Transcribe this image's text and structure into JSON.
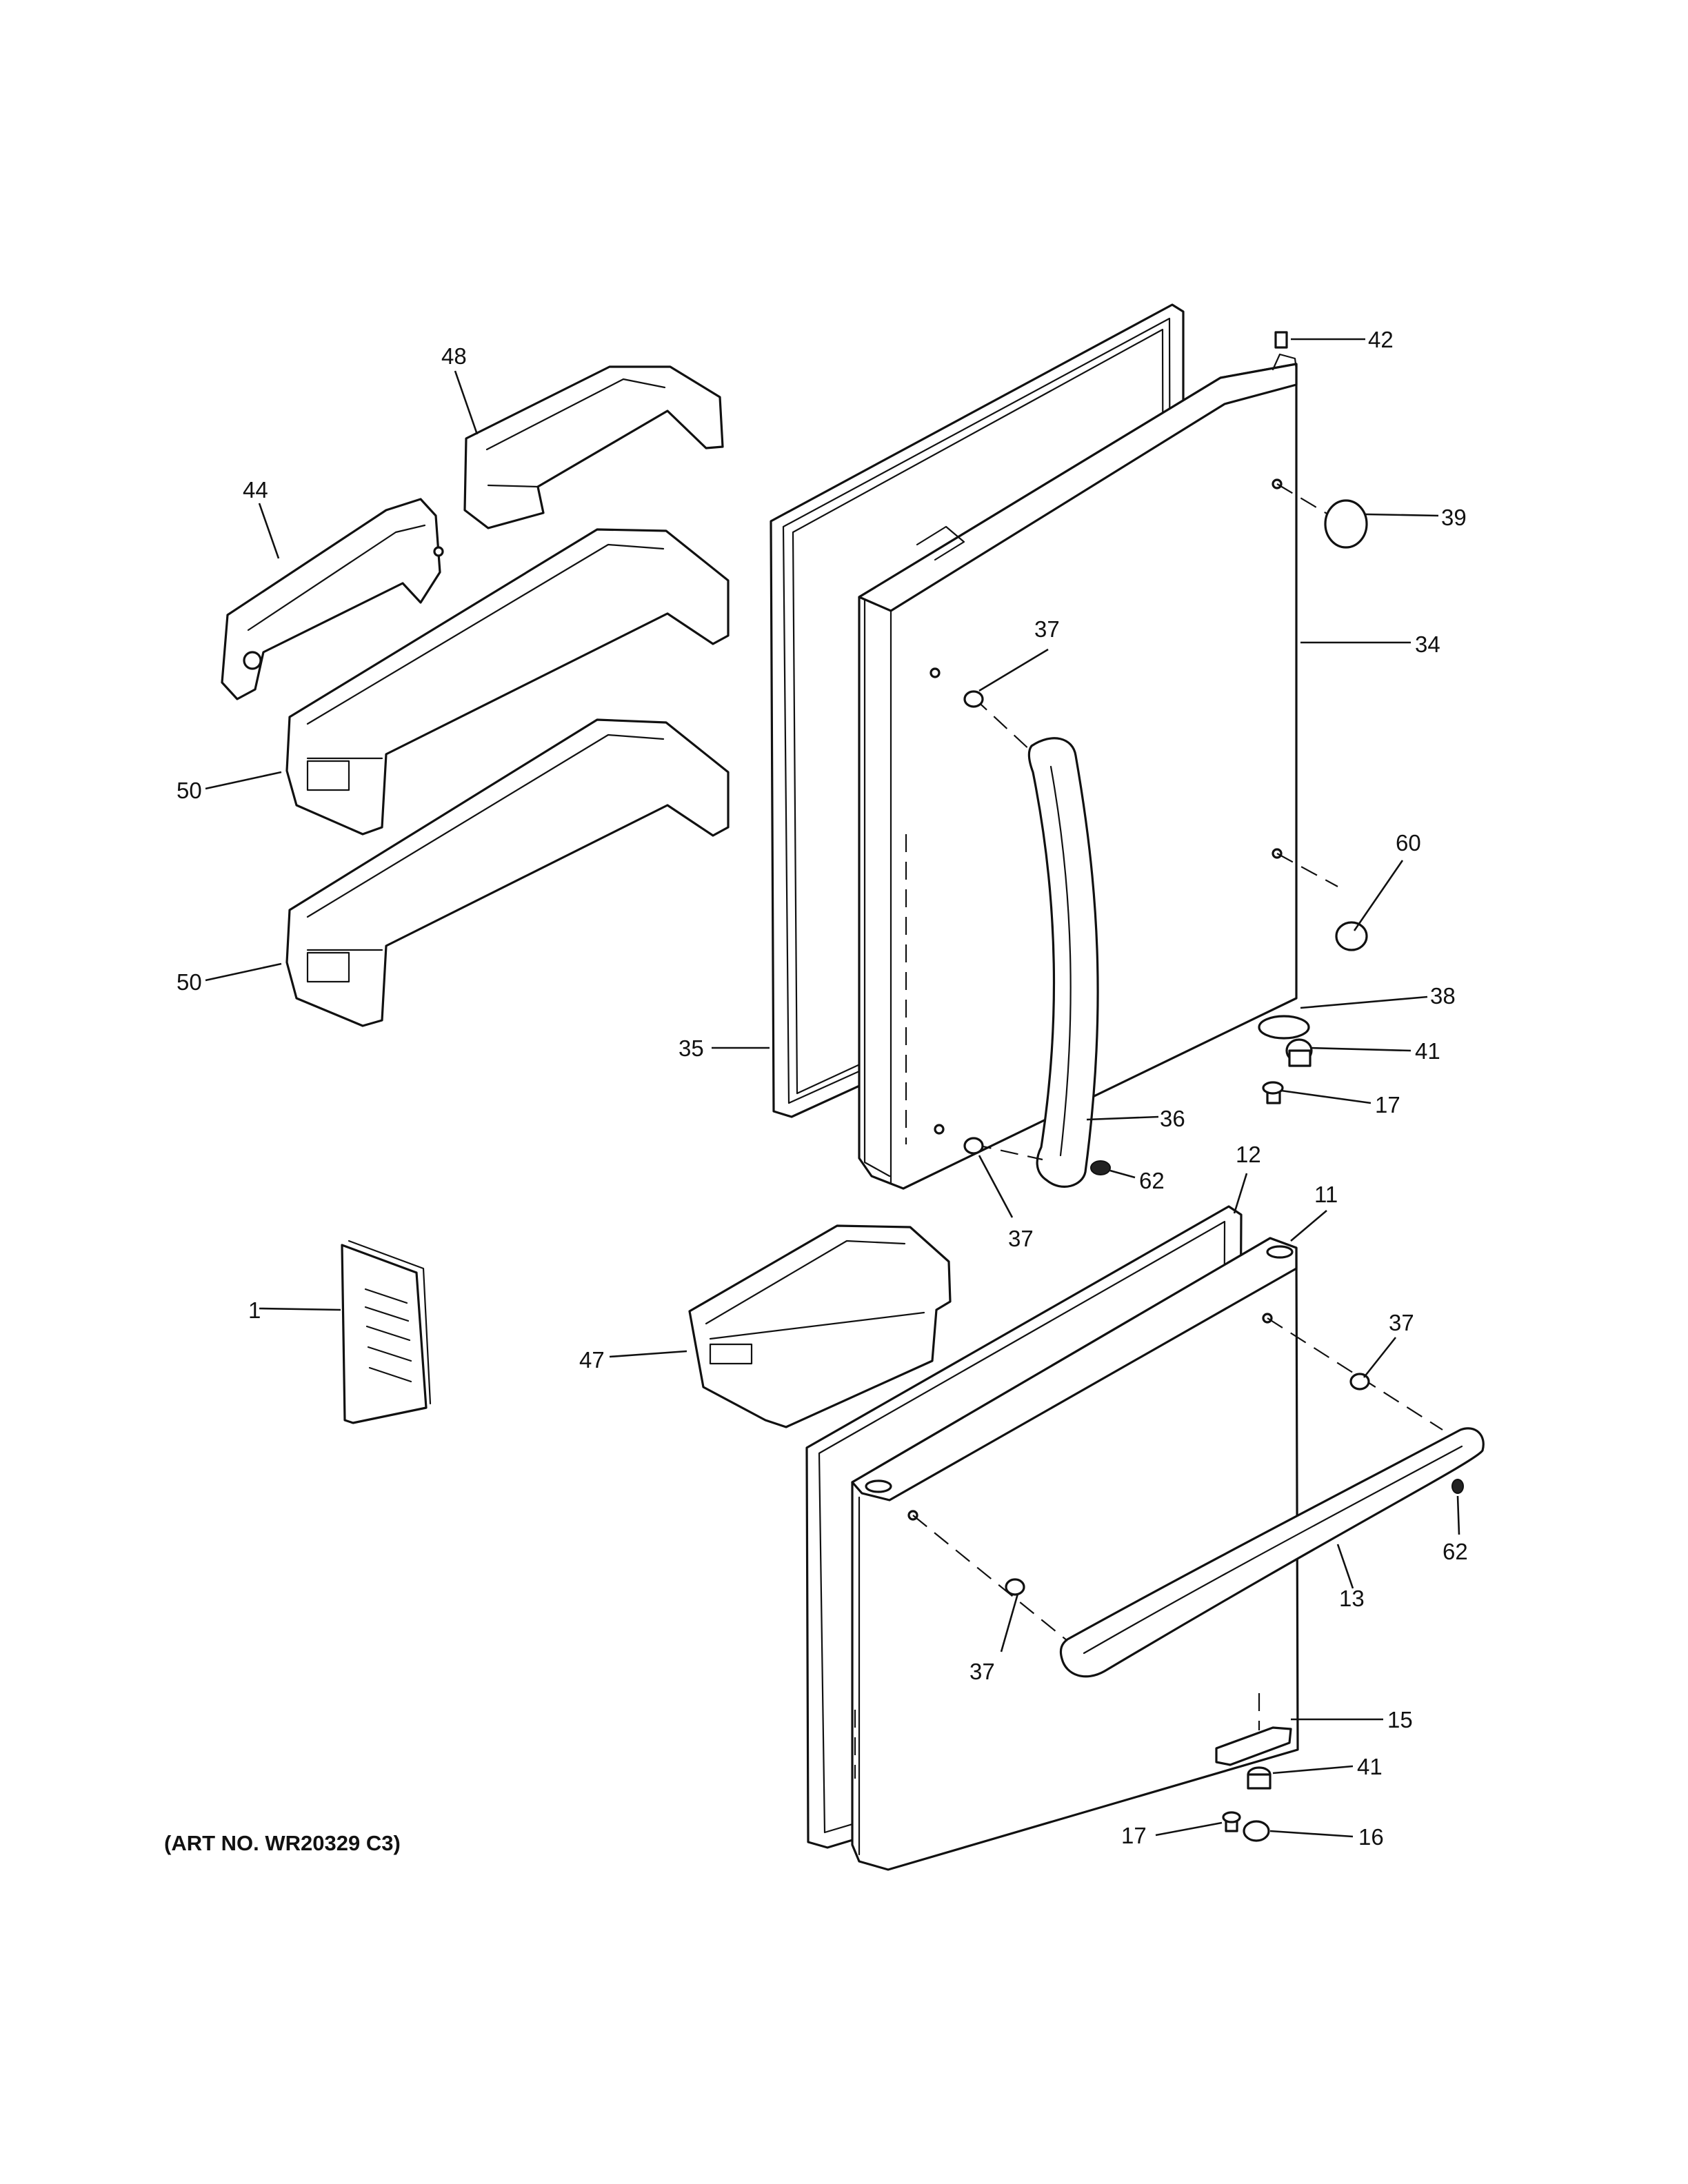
{
  "art_number": "(ART NO. WR20329 C3)",
  "callouts": {
    "c1": "1",
    "c11": "11",
    "c12": "12",
    "c13": "13",
    "c15": "15",
    "c16": "16",
    "c17_top": "17",
    "c17_bottom": "17",
    "c34": "34",
    "c35": "35",
    "c36": "36",
    "c37_a": "37",
    "c37_b": "37",
    "c37_c": "37",
    "c37_d": "37",
    "c38": "38",
    "c39": "39",
    "c41_top": "41",
    "c41_bottom": "41",
    "c42": "42",
    "c44": "44",
    "c47": "47",
    "c48": "48",
    "c50_a": "50",
    "c50_b": "50",
    "c60": "60",
    "c62_a": "62",
    "c62_b": "62"
  }
}
